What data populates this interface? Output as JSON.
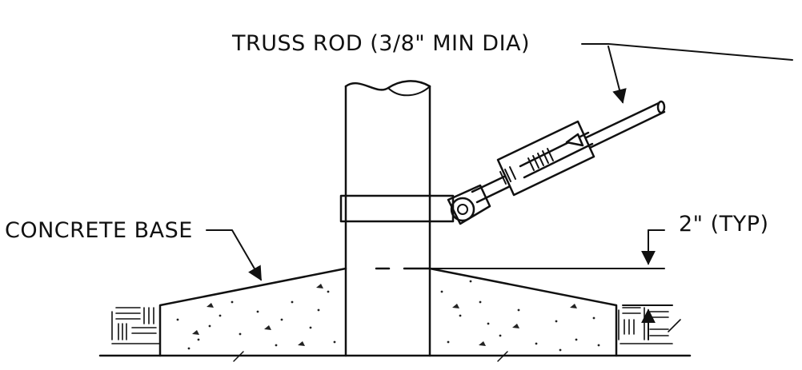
{
  "labels": {
    "truss_rod": "TRUSS ROD (3/8\" MIN DIA)",
    "concrete_base": "CONCRETE BASE",
    "dimension": "2\" (TYP)"
  },
  "colors": {
    "ink": "#111111",
    "paper": "#ffffff"
  }
}
